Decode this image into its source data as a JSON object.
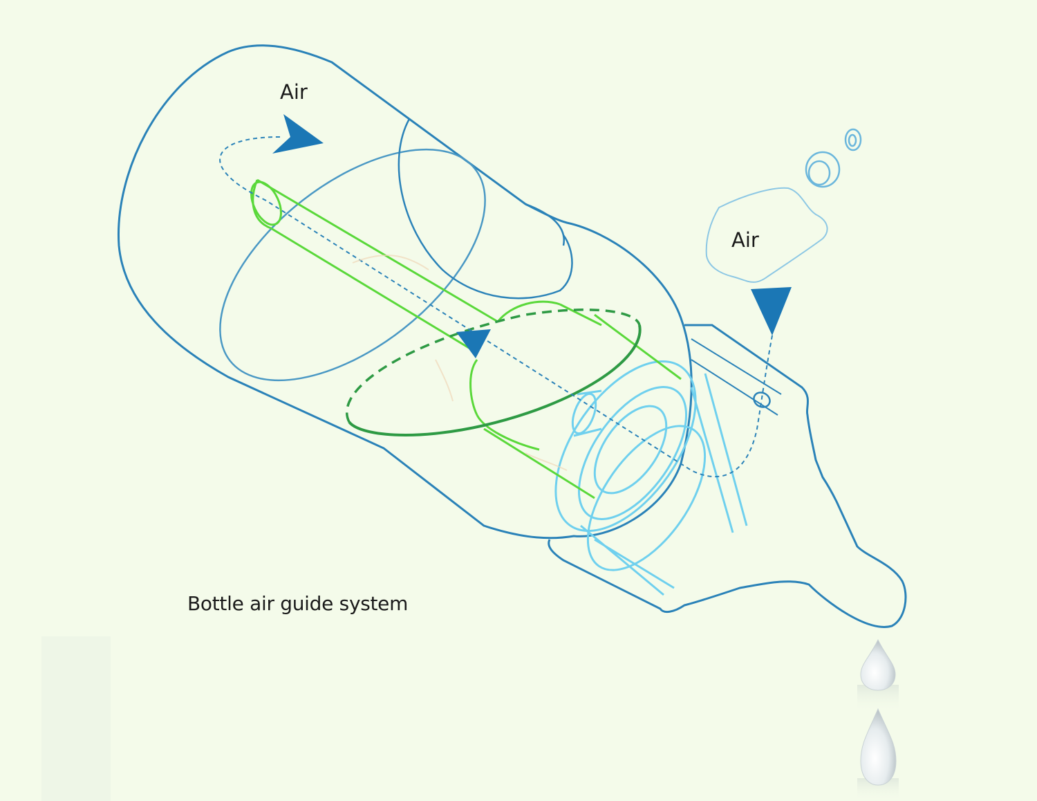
{
  "labels": {
    "air_top": "Air",
    "air_right": "Air",
    "caption": "Bottle air guide system"
  },
  "colors": {
    "background": "#f4fbea",
    "bottle_outline": "#2a82b8",
    "tube_green": "#5ad83a",
    "valve_green_dark": "#2e9a44",
    "nipple_ring_cyan": "#6fd0ee",
    "arrow_blue": "#1b77b5",
    "bubble_blue": "#6ab6dc",
    "drop": "#e0e6e8"
  },
  "icons": [
    "arrow-right-icon",
    "arrow-down-icon",
    "arrow-up-left-icon",
    "bubble-icon",
    "milk-drop-icon"
  ]
}
